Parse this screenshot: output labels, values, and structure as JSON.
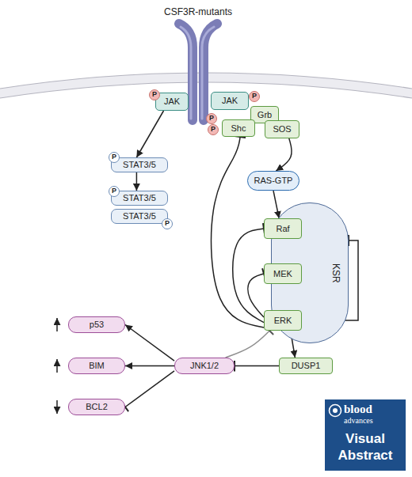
{
  "diagram": {
    "nodes": [
      {
        "text": [
          "P"
        ]
      },
      {
        "text": [
          "JAK"
        ]
      },
      {
        "text": [
          "JAK"
        ]
      },
      {
        "text": [
          "P"
        ]
      },
      {
        "text": [
          "P"
        ]
      },
      {
        "text": [
          "P"
        ]
      },
      {
        "text": [
          "Grb"
        ]
      },
      {
        "text": [
          "Shc"
        ]
      },
      {
        "text": [
          "SOS"
        ]
      },
      {
        "text": [
          "P"
        ]
      },
      {
        "text": [
          "STAT3/5"
        ]
      },
      {
        "text": [
          "P"
        ]
      },
      {
        "text": [
          "STAT3/5"
        ]
      },
      {
        "text": [
          "STAT3/5"
        ]
      },
      {
        "text": [
          "P"
        ]
      },
      {
        "text": [
          "RAS-GTP"
        ]
      },
      {
        "text": [
          "KSR"
        ]
      },
      {
        "text": [
          "Raf"
        ]
      },
      {
        "text": [
          "MEK"
        ]
      },
      {
        "text": [
          "ERK"
        ]
      },
      {
        "text": [
          "p53"
        ]
      },
      {
        "text": [
          "BIM"
        ]
      },
      {
        "text": [
          "JNK1/2"
        ]
      },
      {
        "text": [
          "DUSP1"
        ]
      },
      {
        "text": [
          "BCL2"
        ]
      }
    ],
    "edges": [
      {
        "from": 1,
        "to": 10,
        "arrow": "to"
      },
      {
        "from": 10,
        "to": 12,
        "arrow": "to"
      },
      {
        "from": 8,
        "to": 15,
        "arrow": "to"
      },
      {
        "from": 15,
        "to": 17,
        "arrow": "to"
      },
      {
        "from": 17,
        "to": 18,
        "arrow": "to"
      },
      {
        "from": 18,
        "to": 19,
        "arrow": "to"
      },
      {
        "from": 19,
        "to": 18,
        "arrow": "to"
      },
      {
        "from": 19,
        "to": 17,
        "arrow": "to"
      },
      {
        "from": 19,
        "to": 7,
        "arrow": "to"
      },
      {
        "from": 19,
        "to": 16,
        "arrow": "to"
      },
      {
        "from": 19,
        "to": 23,
        "arrow": "to"
      },
      {
        "from": 22,
        "to": 19,
        "arrow": "to"
      },
      {
        "from": 23,
        "to": 22,
        "arrow": "to"
      },
      {
        "from": 22,
        "to": 20,
        "arrow": "to"
      },
      {
        "from": 22,
        "to": 21,
        "arrow": "to"
      },
      {
        "from": 22,
        "to": 24,
        "arrow": "to"
      }
    ],
    "labels": [
      "CSF3R-mutants",
      "blood",
      "advances",
      "Visual",
      "Abstract"
    ]
  }
}
